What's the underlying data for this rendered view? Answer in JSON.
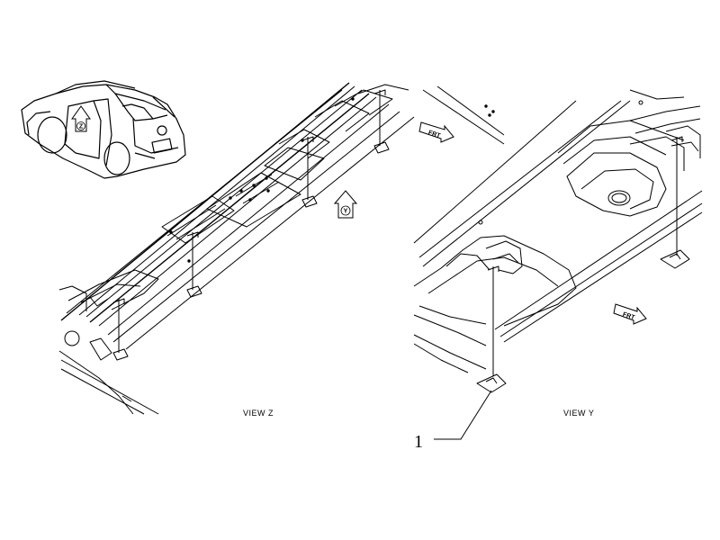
{
  "views": {
    "left": {
      "label": "VIEW  Z"
    },
    "right": {
      "label": "VIEW  Y"
    }
  },
  "markers": {
    "view_z": "Z",
    "view_y": "Y",
    "front_arrow": "FRT"
  },
  "callouts": [
    {
      "number": "1"
    }
  ],
  "colors": {
    "line": "#000000",
    "background": "#ffffff"
  }
}
